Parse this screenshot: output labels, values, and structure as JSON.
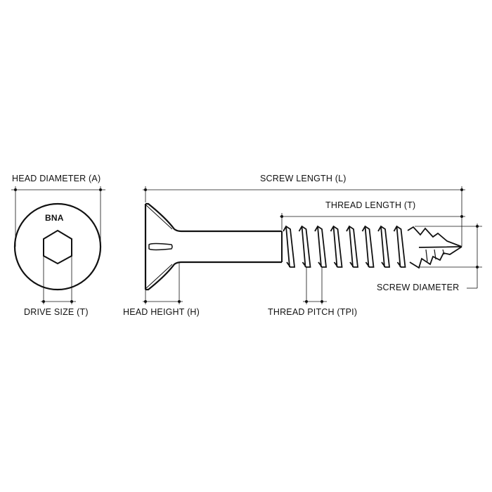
{
  "labels": {
    "head_diameter": "HEAD DIAMETER (A)",
    "drive_size": "DRIVE SIZE (T)",
    "head_height": "HEAD HEIGHT (H)",
    "screw_length": "SCREW LENGTH (L)",
    "thread_length": "THREAD LENGTH (T)",
    "thread_pitch": "THREAD PITCH (TPI)",
    "screw_diameter": "SCREW DIAMETER"
  },
  "head_marking": "BNA",
  "colors": {
    "line": "#111111",
    "background": "#ffffff"
  }
}
